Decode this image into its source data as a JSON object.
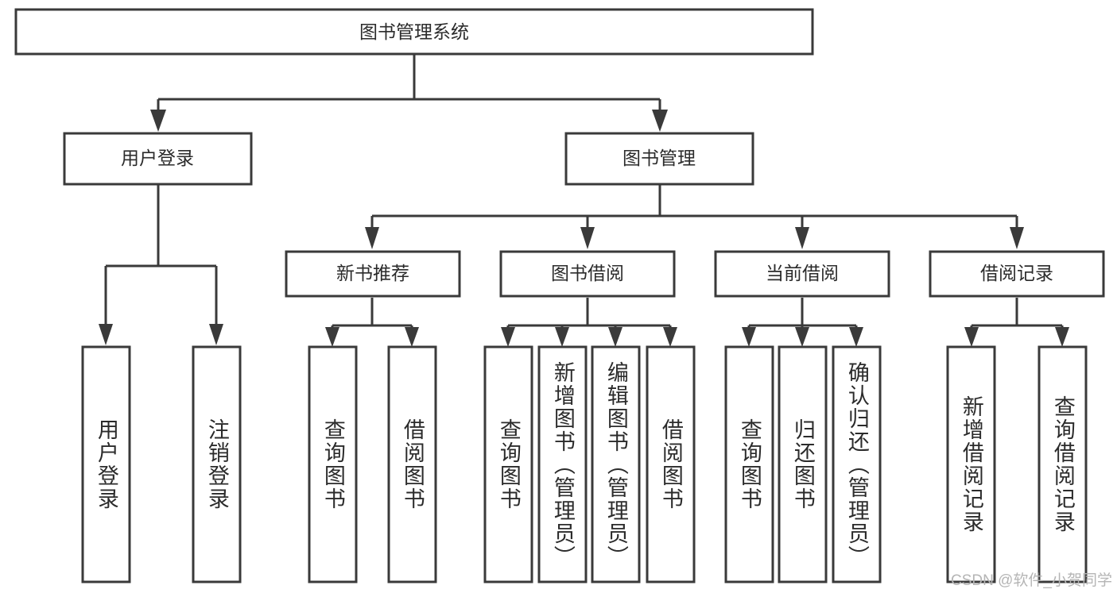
{
  "diagram": {
    "title": "图书管理系统",
    "type": "tree-hierarchy-diagram",
    "colors": {
      "stroke": "#3a3a3a",
      "box_fill": "#ffffff",
      "text": "#2b2b2b",
      "watermark": "#b5b5b5",
      "background": "#ffffff"
    },
    "root": {
      "label": "图书管理系统"
    },
    "level2": [
      {
        "label": "用户登录"
      },
      {
        "label": "图书管理"
      }
    ],
    "level3": [
      {
        "label": "新书推荐"
      },
      {
        "label": "图书借阅"
      },
      {
        "label": "当前借阅"
      },
      {
        "label": "借阅记录"
      }
    ],
    "leaves": {
      "user_login": [
        {
          "label": "用户登录"
        },
        {
          "label": "注销登录"
        }
      ],
      "new_book_recommend": [
        {
          "label": "查询图书"
        },
        {
          "label": "借阅图书"
        }
      ],
      "book_borrow": [
        {
          "label": "查询图书"
        },
        {
          "label": "新增图书（管理员）"
        },
        {
          "label": "编辑图书（管理员）"
        },
        {
          "label": "借阅图书"
        }
      ],
      "current_borrow": [
        {
          "label": "查询图书"
        },
        {
          "label": "归还图书"
        },
        {
          "label": "确认归还（管理员）"
        }
      ],
      "borrow_record": [
        {
          "label": "新增借阅记录"
        },
        {
          "label": "查询借阅记录"
        }
      ]
    },
    "watermark": "CSDN @软件_小贺同学"
  }
}
